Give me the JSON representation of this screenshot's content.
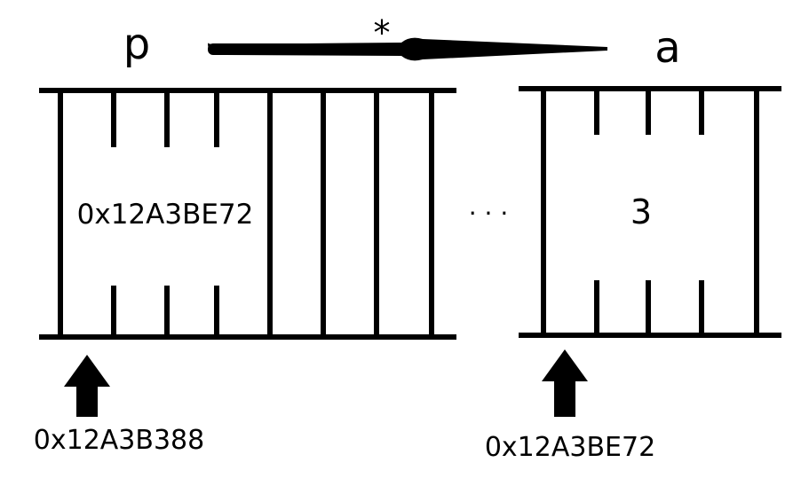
{
  "variables": {
    "pointer": {
      "name": "p",
      "value": "0x12A3BE72",
      "address": "0x12A3B388"
    },
    "target": {
      "name": "a",
      "value": "3",
      "address": "0x12A3BE72"
    }
  },
  "dereference_symbol": "*",
  "gap_marker": "· · ·",
  "colors": {
    "ink": "#000000",
    "background": "#ffffff"
  }
}
